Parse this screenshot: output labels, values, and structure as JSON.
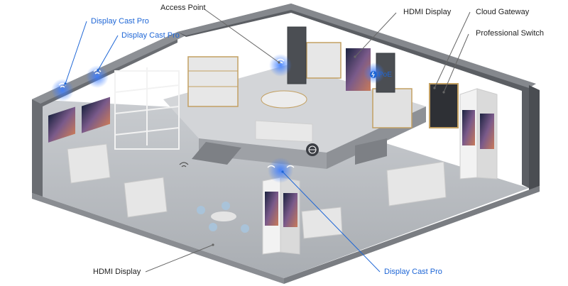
{
  "colors": {
    "label_dark": "#222222",
    "label_blue": "#1e66d6",
    "wall": "#5b5e63",
    "floor": "#bfc2c6",
    "wifi_glow": "#3b7cff"
  },
  "labels": {
    "access_point": "Access Point",
    "hdmi_display_top": "HDMI Display",
    "cloud_gateway": "Cloud Gateway",
    "professional_switch": "Professional Switch",
    "display_cast_pro_1": "Display Cast Pro",
    "display_cast_pro_2": "Display Cast Pro",
    "hdmi_display_bottom": "HDMI Display",
    "display_cast_pro_bottom": "Display Cast Pro",
    "poe_badge": "PoE"
  },
  "icons": [
    "wifi-icon",
    "globe-icon",
    "lightning-icon"
  ]
}
